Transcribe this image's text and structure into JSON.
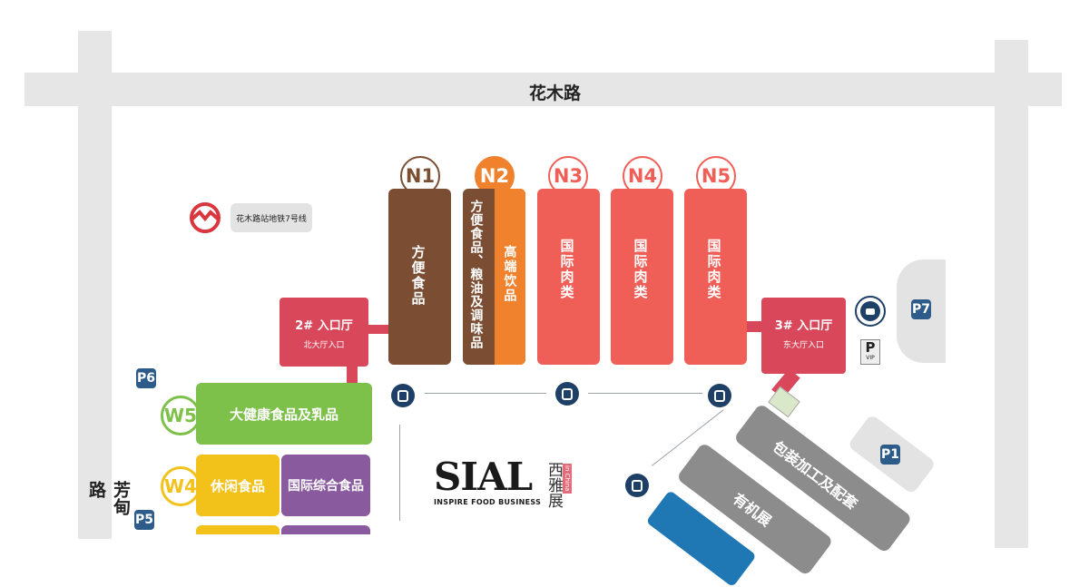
{
  "roads": {
    "top": "花木路",
    "left": "芳甸路"
  },
  "metro": {
    "label": "花木路站地铁7号线",
    "icon": "shanghai-metro-logo"
  },
  "north_halls": [
    {
      "id": "N1",
      "label": "方便食品",
      "color": "#7b4e34",
      "badge_color": "#7b4e34"
    },
    {
      "id": "N2",
      "label": "方便食品、粮油及调味品",
      "label2": "高端饮品",
      "color": "#7b4e34",
      "color2": "#f0822d",
      "badge_color": "#f0822d"
    },
    {
      "id": "N3",
      "label": "国际肉类",
      "color": "#ef5f57",
      "badge_color": "#ef5f57"
    },
    {
      "id": "N4",
      "label": "国际肉类",
      "color": "#ef5f57",
      "badge_color": "#ef5f57"
    },
    {
      "id": "N5",
      "label": "国际肉类",
      "color": "#ef5f57",
      "badge_color": "#ef5f57"
    }
  ],
  "entrances": {
    "north": {
      "title": "2# 入口厅",
      "sub": "北大厅入口"
    },
    "east": {
      "title": "3# 入口厅",
      "sub": "东大厅入口"
    }
  },
  "west_halls": [
    {
      "id": "W5",
      "label": "大健康食品及乳品",
      "color": "#7dc04a"
    },
    {
      "id": "W4",
      "label": "休闲食品",
      "label2": "国际综合食品",
      "color": "#f2c21b",
      "color2": "#8a5a9e"
    }
  ],
  "parking": [
    "P6",
    "P5",
    "P7",
    "P1"
  ],
  "vip_parking": "VIP",
  "east_halls": [
    {
      "label": "包装加工及配套",
      "color": "#8c8c8c"
    },
    {
      "label": "有机展",
      "color": "#8c8c8c"
    }
  ],
  "logo": {
    "brand": "SIAL",
    "tagline": "INSPIRE FOOD BUSINESS",
    "cn": "西雅展",
    "region": "in China"
  }
}
